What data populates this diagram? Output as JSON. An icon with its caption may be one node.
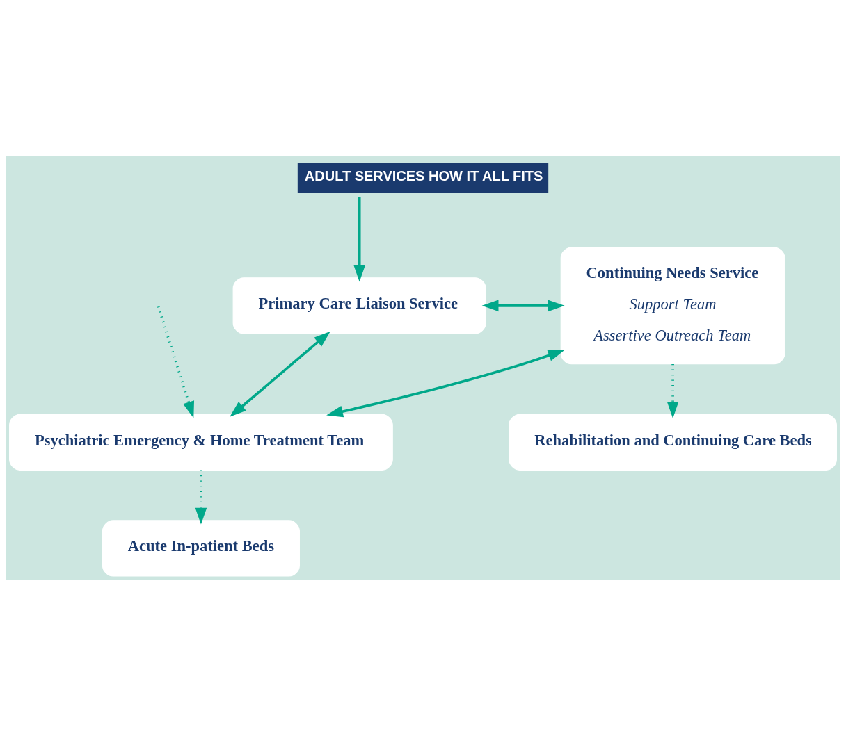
{
  "diagram": {
    "title": "ADULT SERVICES HOW IT ALL FITS",
    "nodes": [
      {
        "text": [
          "Primary Care Liaison Service"
        ]
      },
      {
        "text": [
          "Continuing Needs Service",
          "Support Team",
          "Assertive Outreach Team"
        ]
      },
      {
        "text": [
          "Psychiatric Emergency & Home Treatment Team"
        ]
      },
      {
        "text": [
          "Acute In-patient Beds"
        ]
      },
      {
        "text": [
          "Rehabilitation and Continuing Care Beds"
        ]
      }
    ],
    "edges": [
      {
        "from": null,
        "to": 0,
        "arrow": "to"
      },
      {
        "from": 0,
        "to": 1,
        "arrow": "both"
      },
      {
        "from": 0,
        "to": 2,
        "arrow": "both"
      },
      {
        "from": 2,
        "to": 1,
        "arrow": "both"
      },
      {
        "from": null,
        "to": 2,
        "arrow": "to",
        "style": "dashed"
      },
      {
        "from": 2,
        "to": 3,
        "arrow": "to",
        "style": "dashed"
      },
      {
        "from": 1,
        "to": 4,
        "arrow": "to",
        "style": "dashed"
      }
    ]
  }
}
